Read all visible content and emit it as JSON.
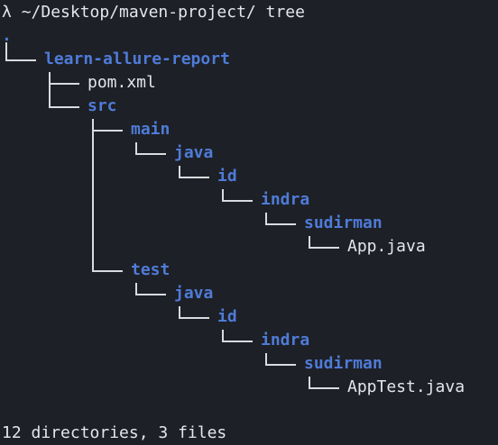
{
  "terminal": {
    "prompt_symbol": "λ",
    "cwd": "~/Desktop/maven-project/",
    "command": "tree",
    "root": ".",
    "summary": "12 directories, 3 files"
  },
  "tree": [
    {
      "name": "learn-allure-report",
      "type": "dir"
    },
    {
      "name": "pom.xml",
      "type": "file"
    },
    {
      "name": "src",
      "type": "dir"
    },
    {
      "name": "main",
      "type": "dir"
    },
    {
      "name": "java",
      "type": "dir"
    },
    {
      "name": "id",
      "type": "dir"
    },
    {
      "name": "indra",
      "type": "dir"
    },
    {
      "name": "sudirman",
      "type": "dir"
    },
    {
      "name": "App.java",
      "type": "file"
    },
    {
      "name": "test",
      "type": "dir"
    },
    {
      "name": "java",
      "type": "dir"
    },
    {
      "name": "id",
      "type": "dir"
    },
    {
      "name": "indra",
      "type": "dir"
    },
    {
      "name": "sudirman",
      "type": "dir"
    },
    {
      "name": "AppTest.java",
      "type": "file"
    }
  ],
  "colors": {
    "background": "#1d2026",
    "directory": "#4f7bd8",
    "text": "#e4e6ea"
  }
}
